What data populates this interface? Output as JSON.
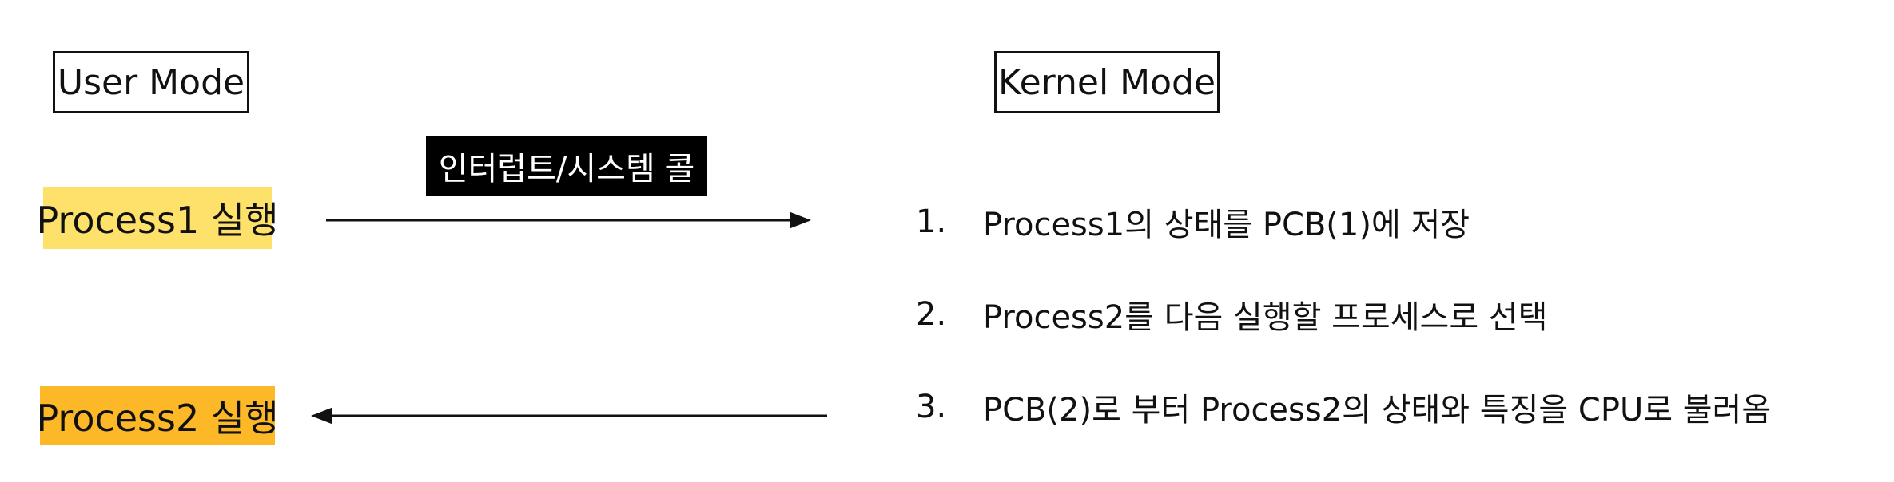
{
  "colors": {
    "process1_bg": "#FEE16A",
    "process2_bg": "#FDB827",
    "interrupt_bg": "#000000",
    "line": "#111111"
  },
  "user_mode_label": "User Mode",
  "kernel_mode_label": "Kernel Mode",
  "interrupt_label": "인터럽트/시스템 콜",
  "processes": {
    "process1": "Process1 실행",
    "process2": "Process2 실행"
  },
  "steps": [
    {
      "number": "1.",
      "text": "Process1의 상태를 PCB(1)에 저장"
    },
    {
      "number": "2.",
      "text": "Process2를 다음 실행할 프로세스로 선택"
    },
    {
      "number": "3.",
      "text": "PCB(2)로 부터 Process2의 상태와 특징을 CPU로 불러옴"
    }
  ]
}
